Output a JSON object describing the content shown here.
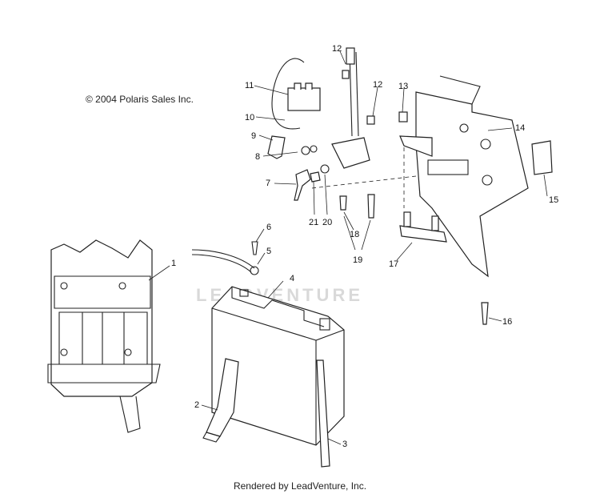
{
  "copyright": "© 2004 Polaris Sales Inc.",
  "footer": "Rendered by LeadVenture, Inc.",
  "watermark": "LEADVENTURE",
  "callouts": [
    "1",
    "2",
    "3",
    "4",
    "5",
    "6",
    "7",
    "8",
    "9",
    "10",
    "11",
    "12",
    "12",
    "13",
    "14",
    "15",
    "16",
    "17",
    "18",
    "19",
    "20",
    "21"
  ]
}
